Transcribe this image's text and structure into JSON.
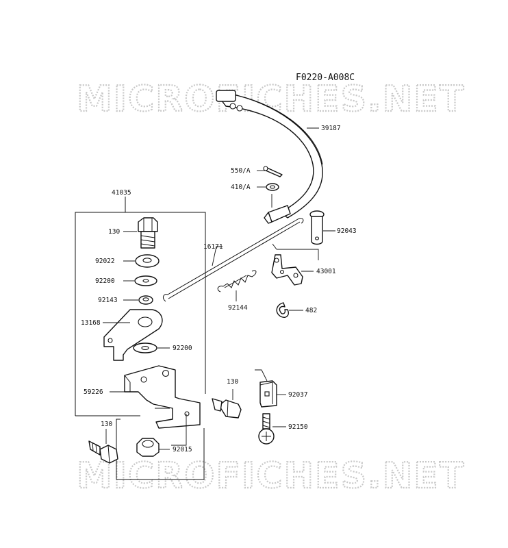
{
  "diagram_code": "F0220-A008C",
  "watermark": "MICROFICHES.NET",
  "part_labels": {
    "p39187": "39187",
    "p550a": "550/A",
    "p410a": "410/A",
    "p41035": "41035",
    "p92043": "92043",
    "p130_top": "130",
    "p16171": "16171",
    "p92022": "92022",
    "p43001": "43001",
    "p92200_a": "92200",
    "p92143": "92143",
    "p92144": "92144",
    "p482": "482",
    "p13168": "13168",
    "p92200_b": "92200",
    "p130_mid": "130",
    "p59226": "59226",
    "p92037": "92037",
    "p130_low": "130",
    "p92150": "92150",
    "p92015": "92015"
  }
}
